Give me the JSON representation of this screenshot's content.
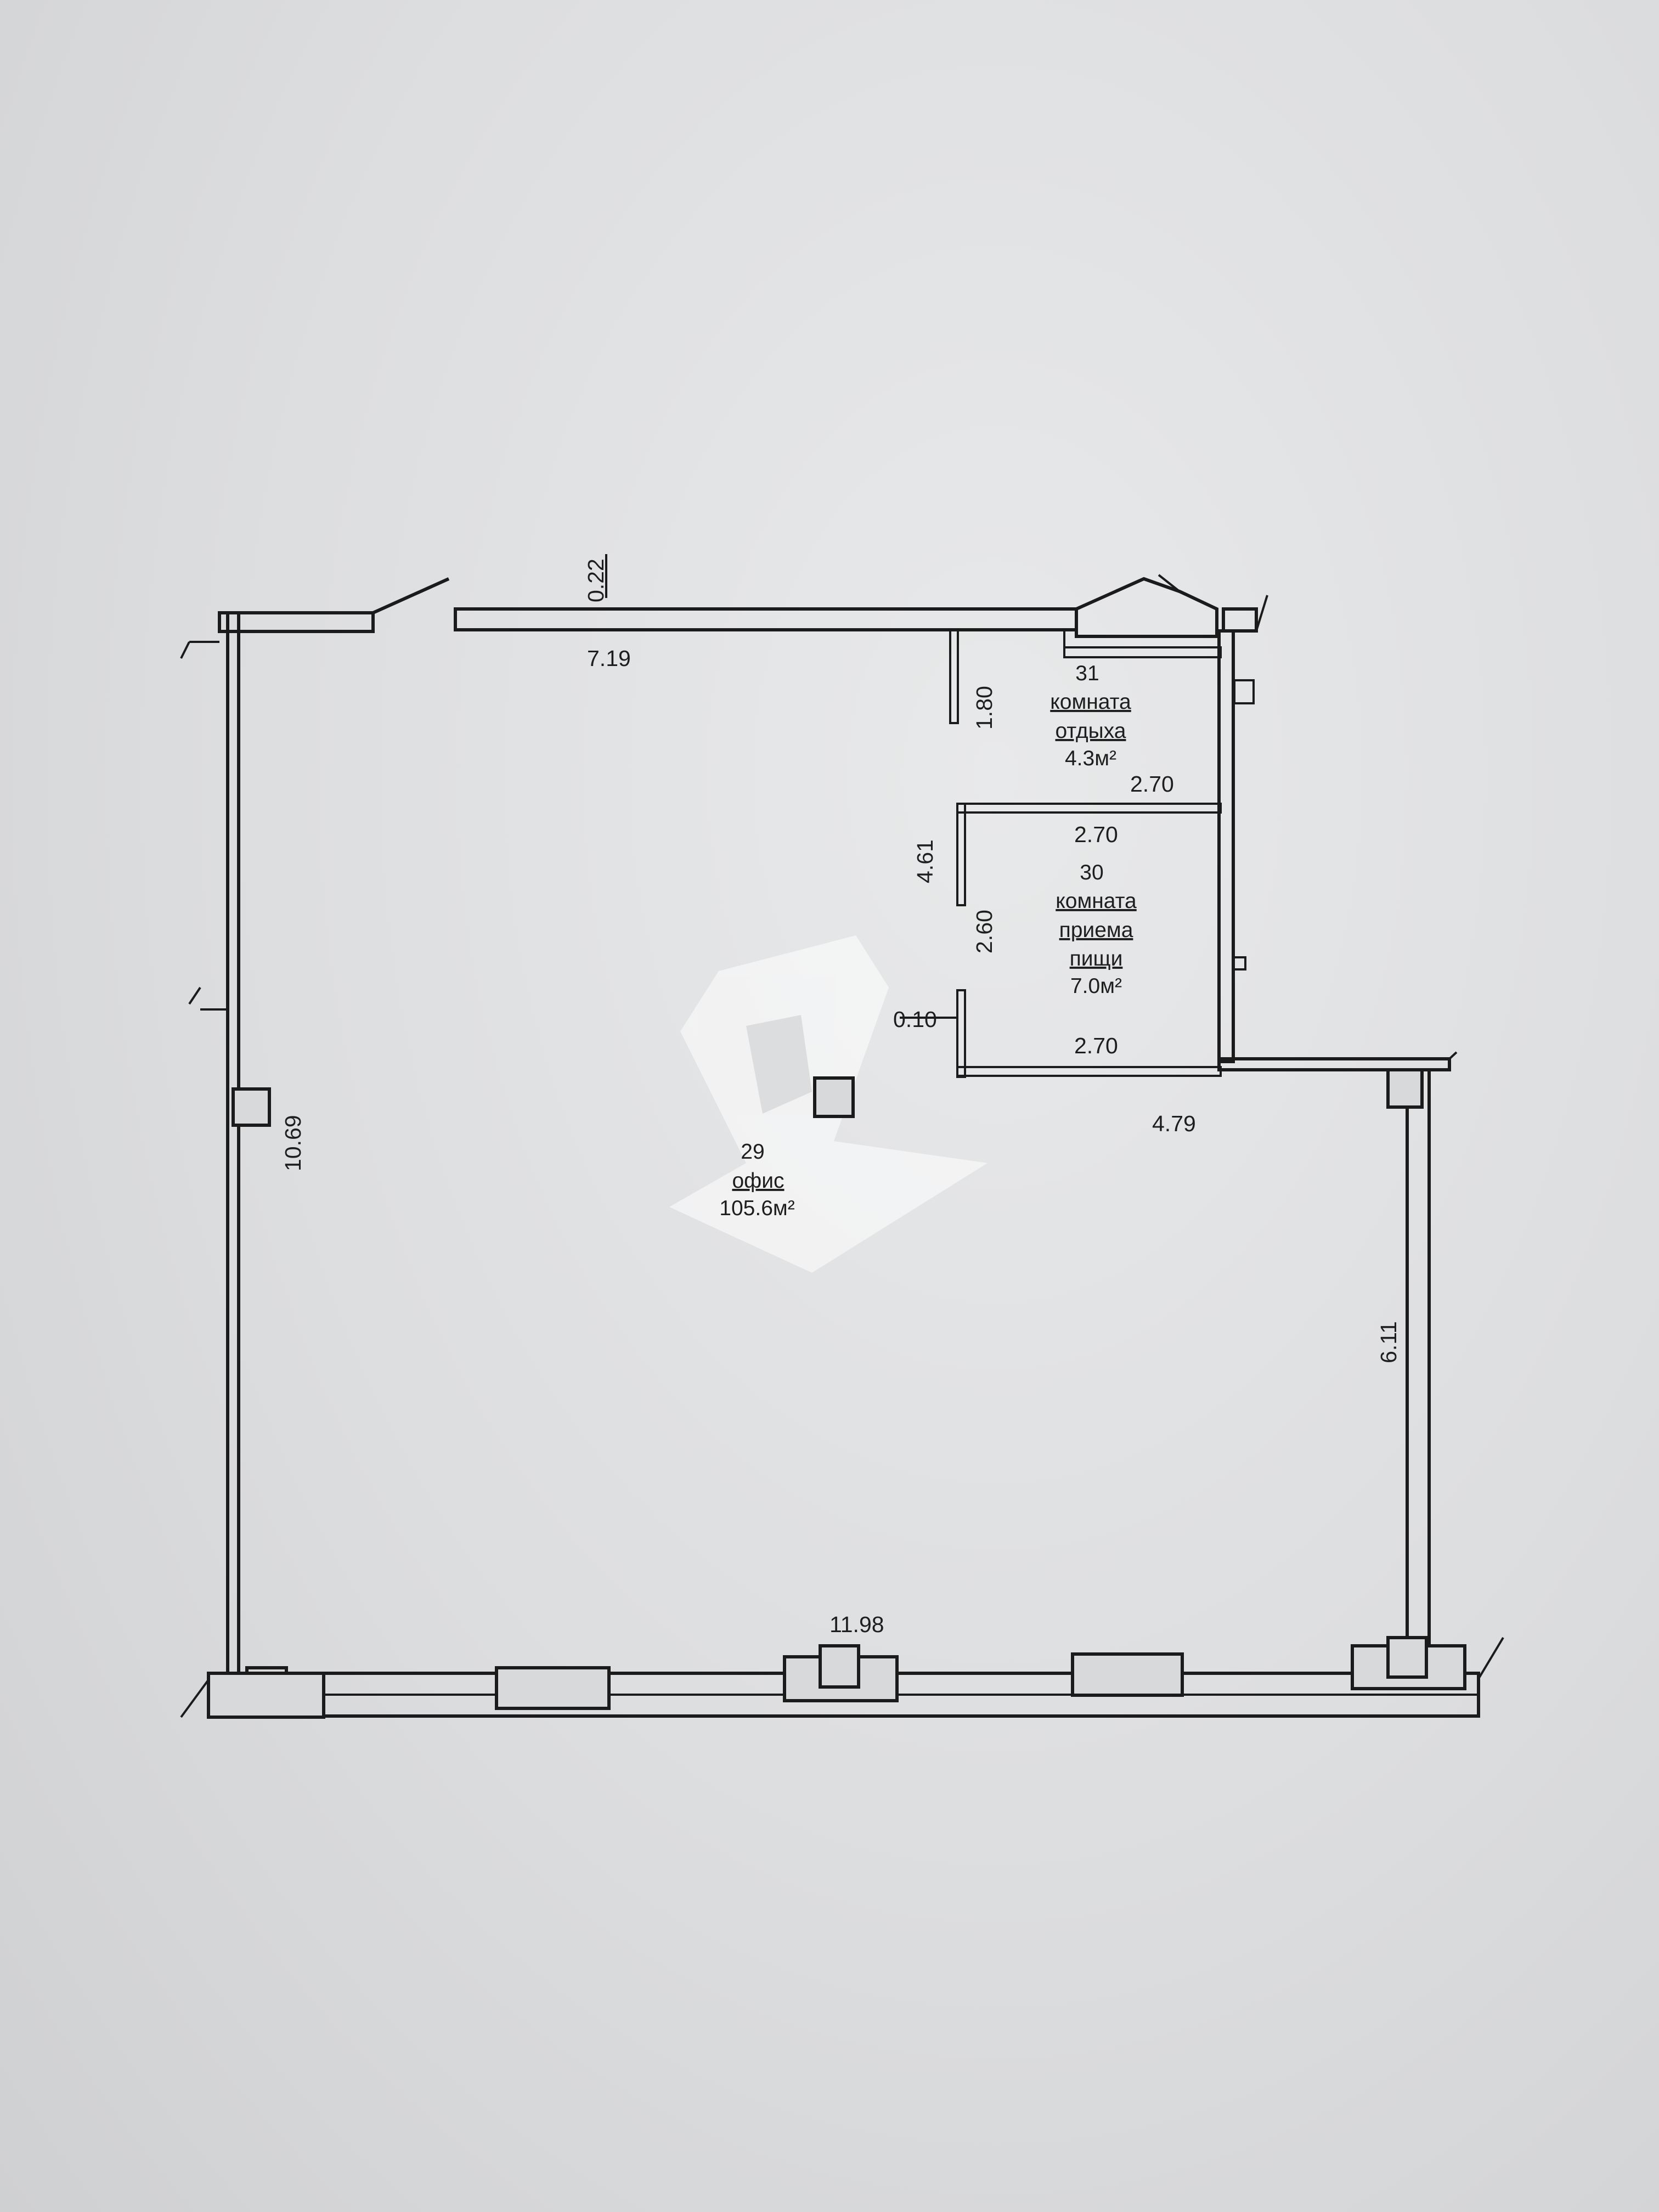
{
  "plan": {
    "dimensions": {
      "top_wall_thickness": "0.22",
      "top_wall_length": "7.19",
      "partition_upper": "1.80",
      "room31_width": "2.70",
      "room30_width_top": "2.70",
      "partition_height": "4.61",
      "room30_depth": "2.60",
      "partition_thickness": "0.10",
      "room30_width_bottom": "2.70",
      "left_wall_length": "10.69",
      "step_length": "4.79",
      "right_wall_length": "6.11",
      "bottom_wall_length": "11.98"
    },
    "rooms": [
      {
        "number": "31",
        "name_line1": "комната",
        "name_line2": "отдыха",
        "area": "4.3м²"
      },
      {
        "number": "30",
        "name_line1": "комната",
        "name_line2": "приема",
        "name_line3": "пищи",
        "area": "7.0м²"
      },
      {
        "number": "29",
        "name_line1": "офис",
        "area": "105.6м²"
      }
    ]
  },
  "colors": {
    "line": "#1b1b1b",
    "paper": "#dcdddf",
    "watermark": "#ffffff"
  }
}
